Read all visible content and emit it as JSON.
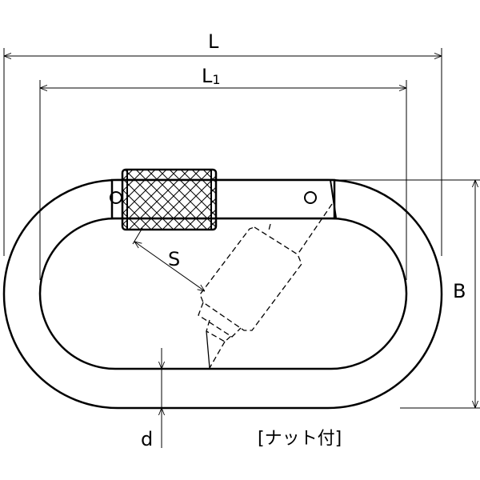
{
  "labels": {
    "overall_length": "L",
    "inner_length_main": "L",
    "inner_length_sub": "1",
    "gate_opening": "S",
    "width": "B",
    "wire_diameter": "d",
    "note": "[ナット付]"
  },
  "colors": {
    "line": "#000000",
    "background": "#ffffff"
  }
}
